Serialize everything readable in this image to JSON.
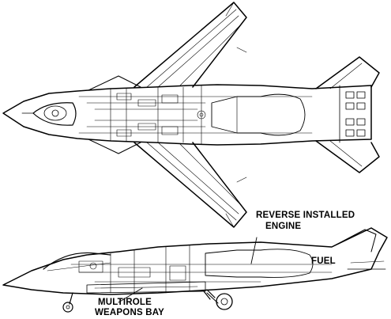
{
  "diagram": {
    "views": [
      "top-view",
      "side-view"
    ],
    "labels": {
      "engine_line1": "REVERSE INSTALLED",
      "engine_line2": "ENGINE",
      "fuel": "FUEL",
      "bay_line1": "MULTIROLE",
      "bay_line2": "WEAPONS BAY"
    }
  }
}
